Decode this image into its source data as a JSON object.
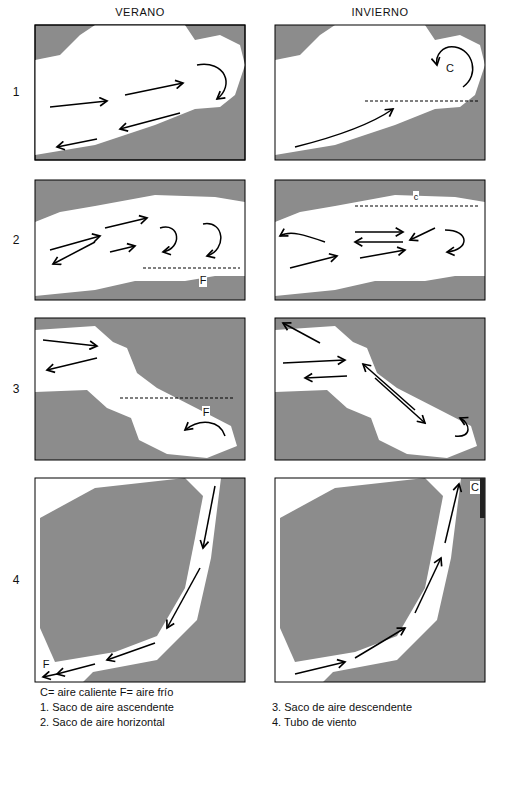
{
  "diagram": {
    "labels": [
      "VERANO",
      "INVIERNO",
      "1",
      "C",
      "2",
      "F",
      "c",
      "3",
      "F",
      "4",
      "F",
      "C",
      "C= aire caliente F= aire frío",
      "1. Saco de aire ascendente",
      "2. Saco de aire horizontal",
      "3. Saco de aire descendente",
      "4. Tubo de viento"
    ]
  }
}
